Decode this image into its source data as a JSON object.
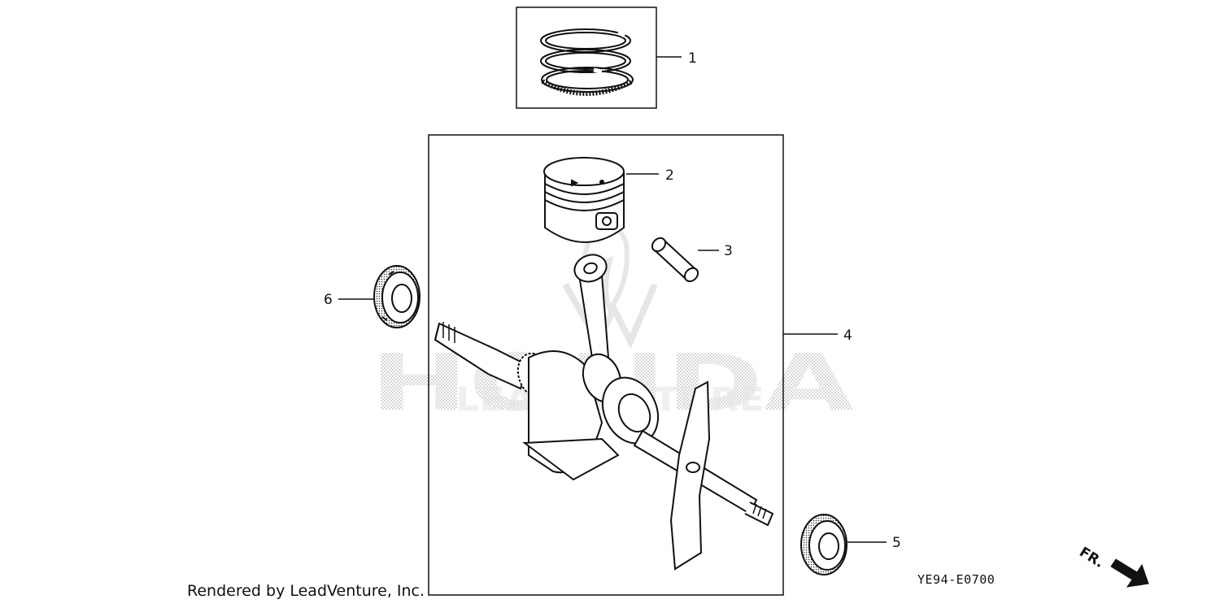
{
  "callouts": {
    "c1": "1",
    "c2": "2",
    "c3": "3",
    "c4": "4",
    "c5": "5",
    "c6": "6"
  },
  "diagram_code": "YE94-E0700",
  "credit": "Rendered by LeadVenture, Inc.",
  "direction_label": "FR.",
  "watermark": {
    "brand": "HONDA",
    "sub": "LEADVENTURE"
  },
  "icons": [
    "piston-rings-icon",
    "piston-icon",
    "piston-pin-icon",
    "crankshaft-assembly-icon",
    "oil-seal-icon",
    "front-arrow-icon"
  ]
}
